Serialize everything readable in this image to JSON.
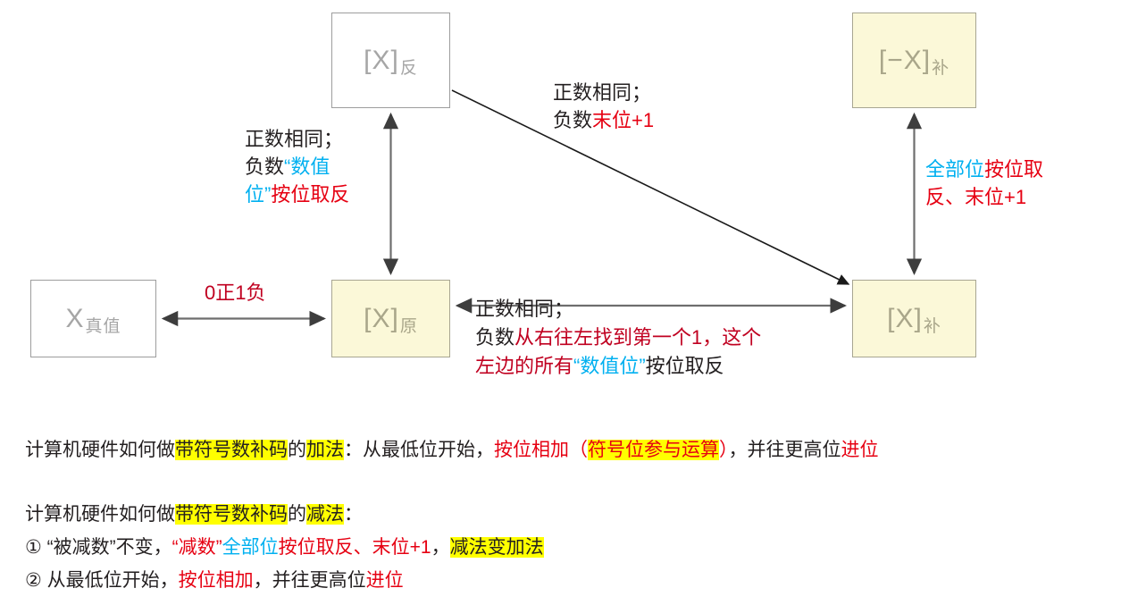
{
  "diagram": {
    "title": "Signed number representation conversion diagram",
    "boxes": [
      {
        "id": "fan",
        "main": "[X]",
        "sub": "反",
        "style": "white"
      },
      {
        "id": "negx",
        "main": "[−X]",
        "sub": "补",
        "style": "yellow"
      },
      {
        "id": "true",
        "main": "X",
        "sub": "真值",
        "style": "white"
      },
      {
        "id": "yuan",
        "main": "[X]",
        "sub": "原",
        "style": "yellow"
      },
      {
        "id": "bu",
        "main": "[X]",
        "sub": "补",
        "style": "yellow"
      }
    ],
    "labels": {
      "fan_yuan": {
        "line1": "正数相同；",
        "line2_a": "负数",
        "line2_b": "“数值",
        "line3_a": "位”",
        "line3_b": "按位取反"
      },
      "diagonal": {
        "line1": "正数相同；",
        "line2_a": "负数",
        "line2_b": "末位+1"
      },
      "right_vertical": {
        "line1_a": "全部位",
        "line1_b": "按位取",
        "line2": "反、末位+1"
      },
      "true_yuan": "0正1负",
      "yuan_bu": {
        "line1": "正数相同；",
        "line2_a": "负数",
        "line2_b": "从右往左找到第一个1，这个",
        "line3_a": "左边的所有",
        "line3_b": "“数值位”",
        "line3_c": "按位取反"
      }
    },
    "arrow_colors": {
      "gray": "#808080",
      "black": "#000000"
    }
  },
  "notes": {
    "addition": {
      "p1": "计算机硬件如何做",
      "p2_hl": "带符号数补码",
      "p3": "的",
      "p4_hl": "加法",
      "p5": "：从最低位开始，",
      "p6_red": "按位相加",
      "p7_red": "（",
      "p8_red_hl": "符号位参与运算",
      "p9_red": "）",
      "p10": "，并往更高位",
      "p11_red": "进位"
    },
    "subtraction_head": {
      "p1": "计算机硬件如何做",
      "p2_hl": "带符号数补码",
      "p3": "的",
      "p4_hl": "减法",
      "p5": "："
    },
    "step1": {
      "num": "①",
      "p1": " “被减数”不变，",
      "p2_red": "“减数”",
      "p3_cyan": "全部位",
      "p4_red": "按位取反、末位+1",
      "p5": "，",
      "p6_hl": "减法变加法"
    },
    "step2": {
      "num": "②",
      "p1": " 从最低位开始，",
      "p2_red": "按位相加",
      "p3": "，并往更高位",
      "p4_red": "进位"
    }
  },
  "colors": {
    "red": "#e60012",
    "dark_red": "#c00020",
    "cyan": "#00b0f0",
    "highlight": "#ffff00",
    "box_white_bg": "#ffffff",
    "box_yellow_bg": "#fbf8d8",
    "box_border": "#a6a6a6",
    "box_text": "#a6a6a6",
    "text": "#231f20"
  }
}
